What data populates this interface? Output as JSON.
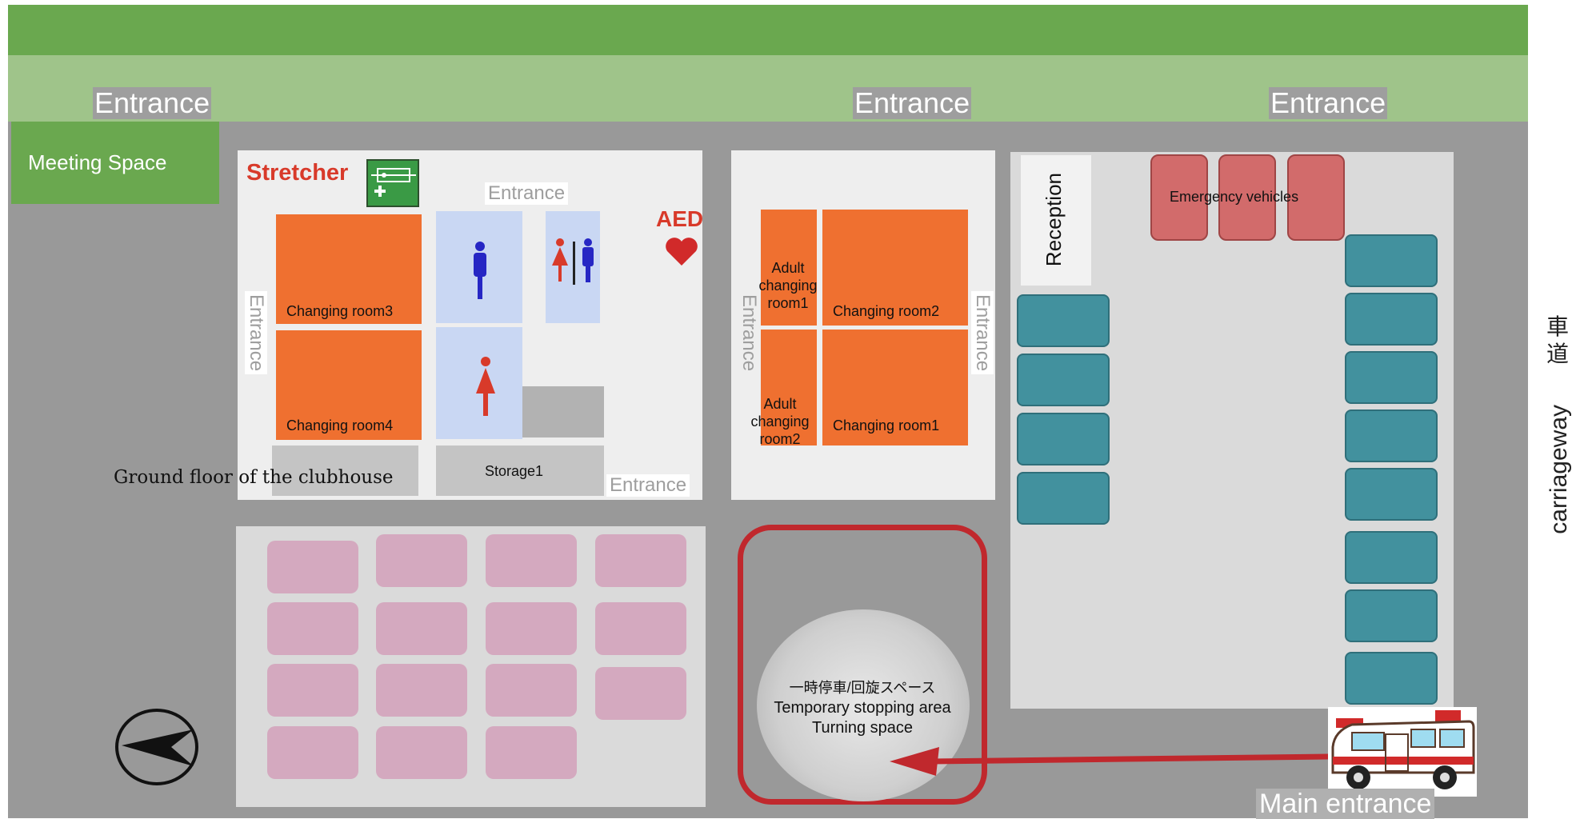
{
  "map": {
    "entrances": {
      "top_left": "Entrance",
      "top_middle": "Entrance",
      "top_right": "Entrance",
      "clubhouse_top": "Entrance",
      "clubhouse_left": "Entrance",
      "clubhouse_bottom_right": "Entrance",
      "annex_left": "Entrance",
      "annex_right": "Entrance"
    },
    "meeting_space": "Meeting Space",
    "stretcher": "Stretcher",
    "aed": "AED",
    "clubhouse_caption": "Ground floor of the clubhouse",
    "rooms": {
      "changing_room3": "Changing room3",
      "changing_room4": "Changing room4",
      "storage1": "Storage1",
      "adult_changing_room1": "Adult changing room1",
      "adult_changing_room2": "Adult changing room2",
      "changing_room2": "Changing room2",
      "changing_room1": "Changing room1"
    },
    "reception": "Reception",
    "emergency_vehicles": "Emergency vehicles",
    "turning_space": {
      "jp": "一時停車/回旋スペース",
      "en1": "Temporary stopping area",
      "en2": "Turning space"
    },
    "carriageway_jp": "車道",
    "carriageway_en": "carriageway",
    "main_entrance": "Main entrance",
    "colors": {
      "dark_green": "#6aa84f",
      "light_green": "#9fc48a",
      "ground_grey": "#999999",
      "room_orange": "#ef7030",
      "parking_pink": "#d4a9bf",
      "parking_teal": "#42919e",
      "emergency_red": "#d26b6b",
      "route_red": "#c0282d"
    },
    "icons": [
      "stretcher-icon",
      "male-icon",
      "female-icon",
      "unisex-toilet-icon",
      "heart-icon",
      "compass-arrow-icon",
      "ambulance-icon"
    ]
  }
}
